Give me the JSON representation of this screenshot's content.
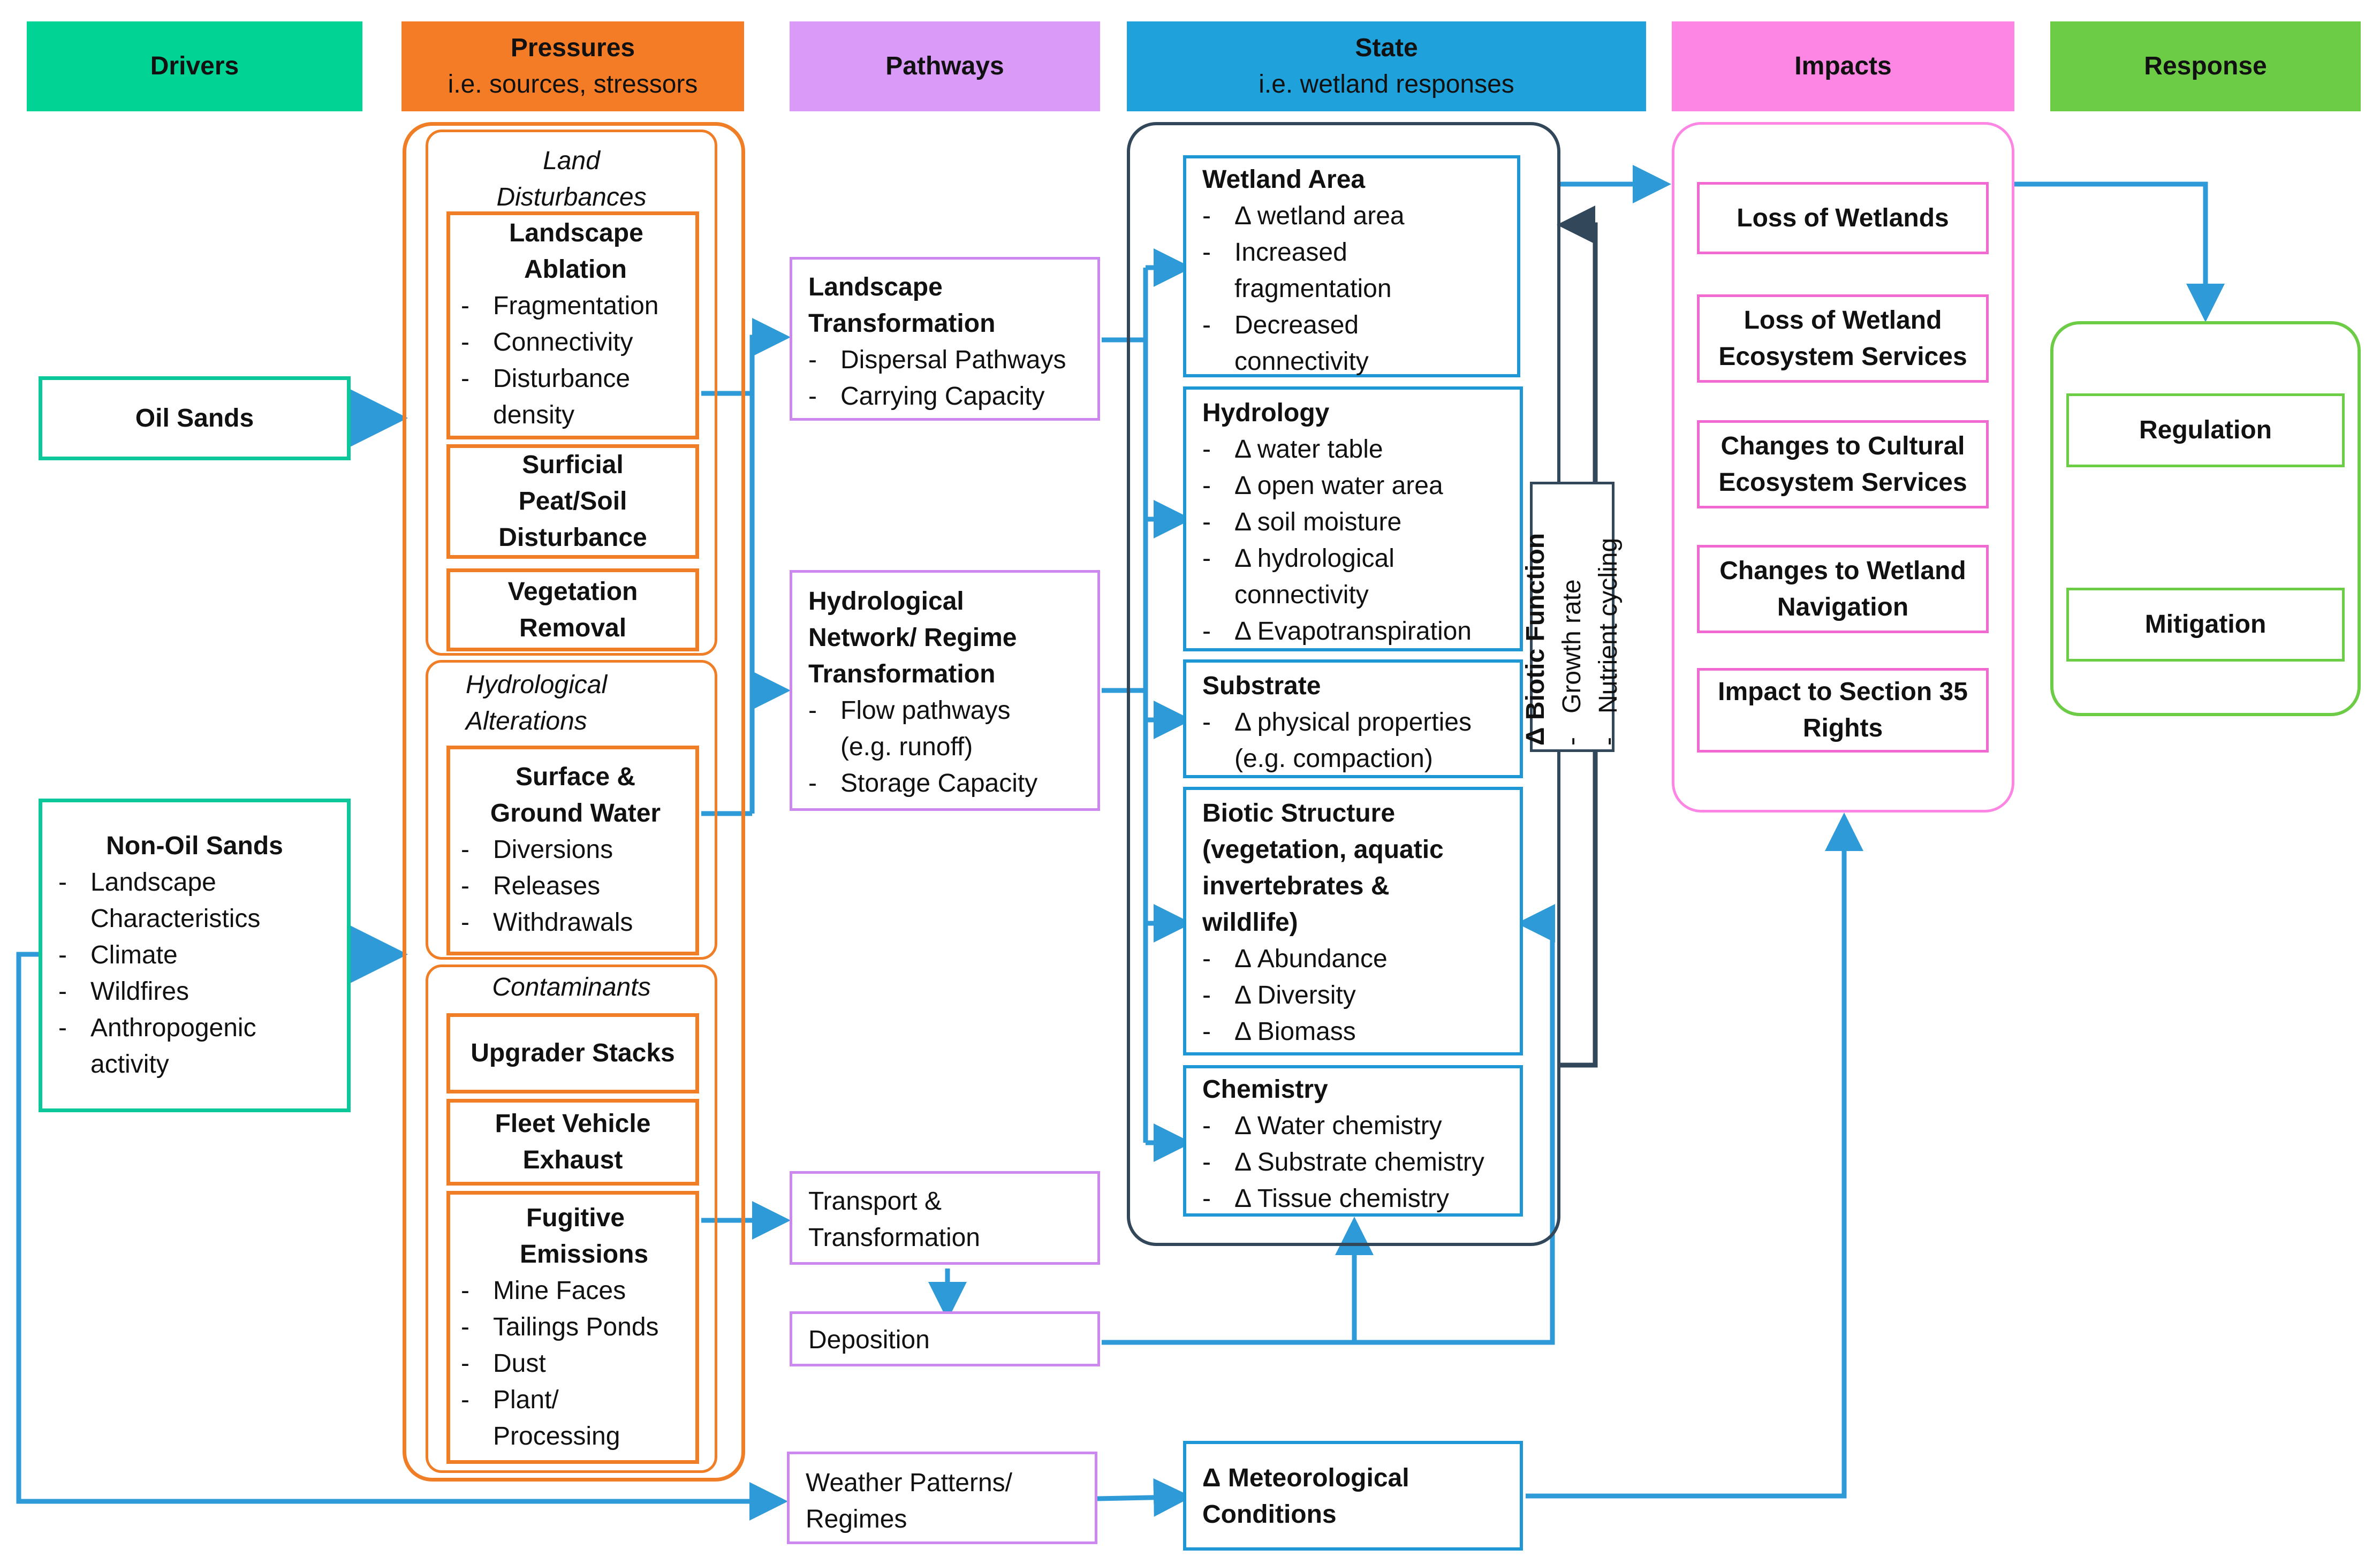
{
  "colors": {
    "drivers": "#00d394",
    "pressures": "#f47c26",
    "pathways": "#d99bf7",
    "state": "#1fa1dc",
    "impacts": "#fd85e3",
    "response": "#6dcc45",
    "arrow_blue": "#2f9ad8",
    "arrow_navy": "#33475b"
  },
  "headers": {
    "drivers": "Drivers",
    "pressures_title": "Pressures",
    "pressures_sub": "i.e. sources, stressors",
    "pathways": "Pathways",
    "state_title": "State",
    "state_sub": "i.e. wetland responses",
    "impacts": "Impacts",
    "response": "Response"
  },
  "drivers": {
    "oil_sands": "Oil Sands",
    "non_oil_title": "Non-Oil Sands",
    "non_oil_items": [
      "Landscape Characteristics",
      "Climate",
      "Wildfires",
      "Anthropogenic activity"
    ]
  },
  "pressures": {
    "land": {
      "title": "Land Disturbances",
      "ablation_title": "Landscape Ablation",
      "ablation_items": [
        "Fragmentation",
        "Connectivity",
        "Disturbance density"
      ],
      "surficial": "Surficial Peat/Soil Disturbance",
      "vegetation": "Vegetation Removal"
    },
    "hydro": {
      "title": "Hydrological Alterations",
      "sgw_title": "Surface & Ground Water",
      "sgw_items": [
        "Diversions",
        "Releases",
        "Withdrawals"
      ]
    },
    "contaminants": {
      "title": "Contaminants",
      "upgrader": "Upgrader Stacks",
      "fleet": "Fleet Vehicle Exhaust",
      "fugitive_title": "Fugitive Emissions",
      "fugitive_items": [
        "Mine Faces",
        "Tailings Ponds",
        "Dust",
        "Plant/ Processing"
      ]
    }
  },
  "pathways": {
    "landscape_title": "Landscape Transformation",
    "landscape_items": [
      "Dispersal Pathways",
      "Carrying Capacity"
    ],
    "hydro_title": "Hydrological Network/ Regime Transformation",
    "hydro_items": [
      "Flow pathways (e.g. runoff)",
      "Storage Capacity"
    ],
    "transport": "Transport & Transformation",
    "deposition": "Deposition",
    "weather": "Weather Patterns/ Regimes"
  },
  "state": {
    "wetland_title": "Wetland Area",
    "wetland_items": [
      "Δ wetland area",
      "Increased fragmentation",
      "Decreased connectivity"
    ],
    "hydrology_title": "Hydrology",
    "hydrology_items": [
      "Δ water table",
      "Δ open water area",
      "Δ soil moisture",
      "Δ hydrological connectivity",
      "Δ Evapotranspiration"
    ],
    "substrate_title": "Substrate",
    "substrate_items": [
      "Δ physical properties (e.g. compaction)"
    ],
    "biotic_title": "Biotic Structure (vegetation, aquatic invertebrates & wildlife)",
    "biotic_items": [
      "Δ Abundance",
      "Δ Diversity",
      "Δ Biomass"
    ],
    "chemistry_title": "Chemistry",
    "chemistry_items": [
      "Δ Water chemistry",
      "Δ Substrate chemistry",
      "Δ Tissue chemistry"
    ],
    "biotic_function_title": "Δ Biotic Function",
    "biotic_function_items": [
      "Growth rate",
      "Nutrient cycling"
    ],
    "meteorological": "Δ Meteorological Conditions"
  },
  "impacts": {
    "items": [
      "Loss of Wetlands",
      "Loss of Wetland Ecosystem Services",
      "Changes to Cultural Ecosystem Services",
      "Changes to Wetland Navigation",
      "Impact to Section 35 Rights"
    ]
  },
  "response": {
    "regulation": "Regulation",
    "mitigation": "Mitigation"
  }
}
